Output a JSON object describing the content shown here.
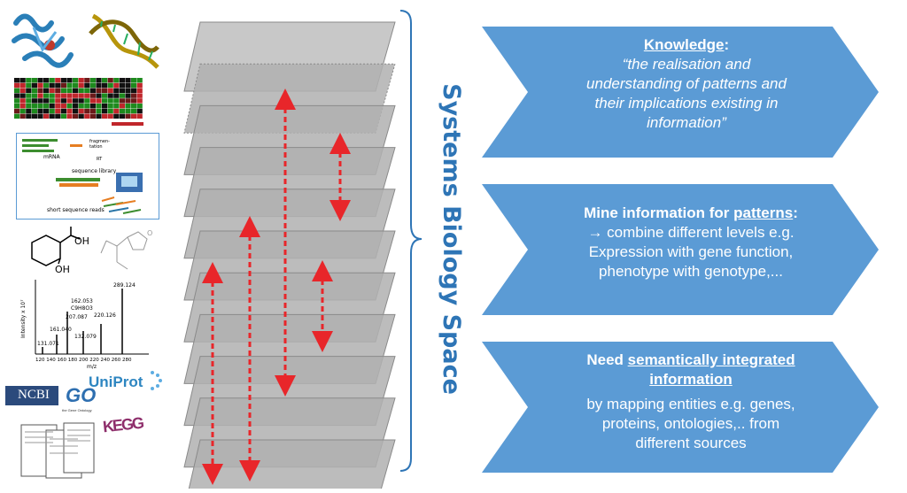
{
  "colors": {
    "layer_fill": "#b0b0b0",
    "layer_stroke": "#8a8a8a",
    "arrow_red": "#e8262a",
    "chevron_blue": "#5b9bd5",
    "title_blue": "#2e75b6"
  },
  "vertical_title": "Systems Biology Space",
  "layers_count": 11,
  "boxes": {
    "knowledge": {
      "heading": "Knowledge",
      "heading_suffix": ":",
      "lines": [
        "“the realisation and",
        "understanding of patterns and",
        "their implications existing in",
        "information”"
      ]
    },
    "mine": {
      "heading_prefix": "Mine information for ",
      "heading_link": "patterns",
      "heading_suffix": ":",
      "lines": [
        "→ combine different levels e.g.",
        "Expression with gene function,",
        "phenotype with genotype,..."
      ]
    },
    "need": {
      "heading_prefix": "Need ",
      "heading_link_1": "semantically integrated",
      "heading_link_2": "information",
      "lines": [
        "by mapping entities e.g. genes,",
        "proteins, ontologies,.. from",
        "different sources"
      ]
    }
  },
  "logos": {
    "ncbi": "NCBI",
    "go": "GO",
    "go_sub": "the Gene Ontology",
    "uniprot": "UniProt",
    "kegg": "KEGG"
  },
  "seq_diagram": {
    "mrna": "mRNA",
    "frag": "fragmen-\ntation",
    "rt": "RT",
    "library": "sequence library",
    "reads": "short sequence reads"
  },
  "mass_spec": {
    "ylabel": "Intensity x 10⁷",
    "xlabel": "m/z",
    "peaks": [
      "289.124",
      "162.053",
      "C9H8O3",
      "207.087",
      "220.126",
      "161.040",
      "131.071",
      "132.079"
    ],
    "x_ticks": "120 140 160 180 200 220 240 260 280"
  },
  "molecule": {
    "oh1": "OH",
    "oh2": "OH",
    "o": "O"
  }
}
